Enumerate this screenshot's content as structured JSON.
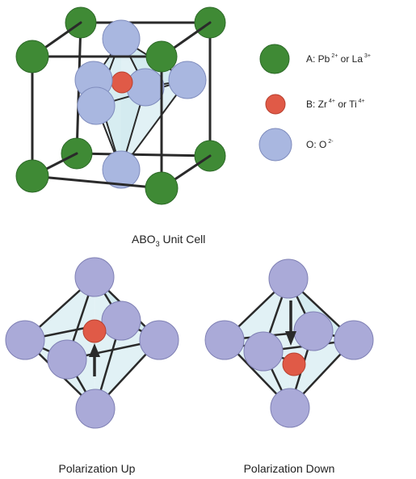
{
  "colors": {
    "a_site": "#3f8a35",
    "b_site": "#e05a47",
    "o_site": "#a9b7e0",
    "o_site_bottom": "#aaaad8",
    "octahedron_fill": "#d9eef2",
    "edge": "#2a2a2a",
    "text": "#222222"
  },
  "legend": {
    "a": {
      "prefix": "A: Pb",
      "charge1": "2+",
      "middle": " or La",
      "charge2": "3+"
    },
    "b": {
      "prefix": "B: Zr",
      "charge1": "4+",
      "middle": " or Ti",
      "charge2": "4+"
    },
    "o": {
      "prefix": "O: O",
      "charge1": "2-"
    }
  },
  "unit_cell_title": {
    "main": "ABO",
    "subscript": "3",
    "rest": " Unit Cell"
  },
  "polarization_up_label": "Polarization Up",
  "polarization_down_label": "Polarization Down"
}
